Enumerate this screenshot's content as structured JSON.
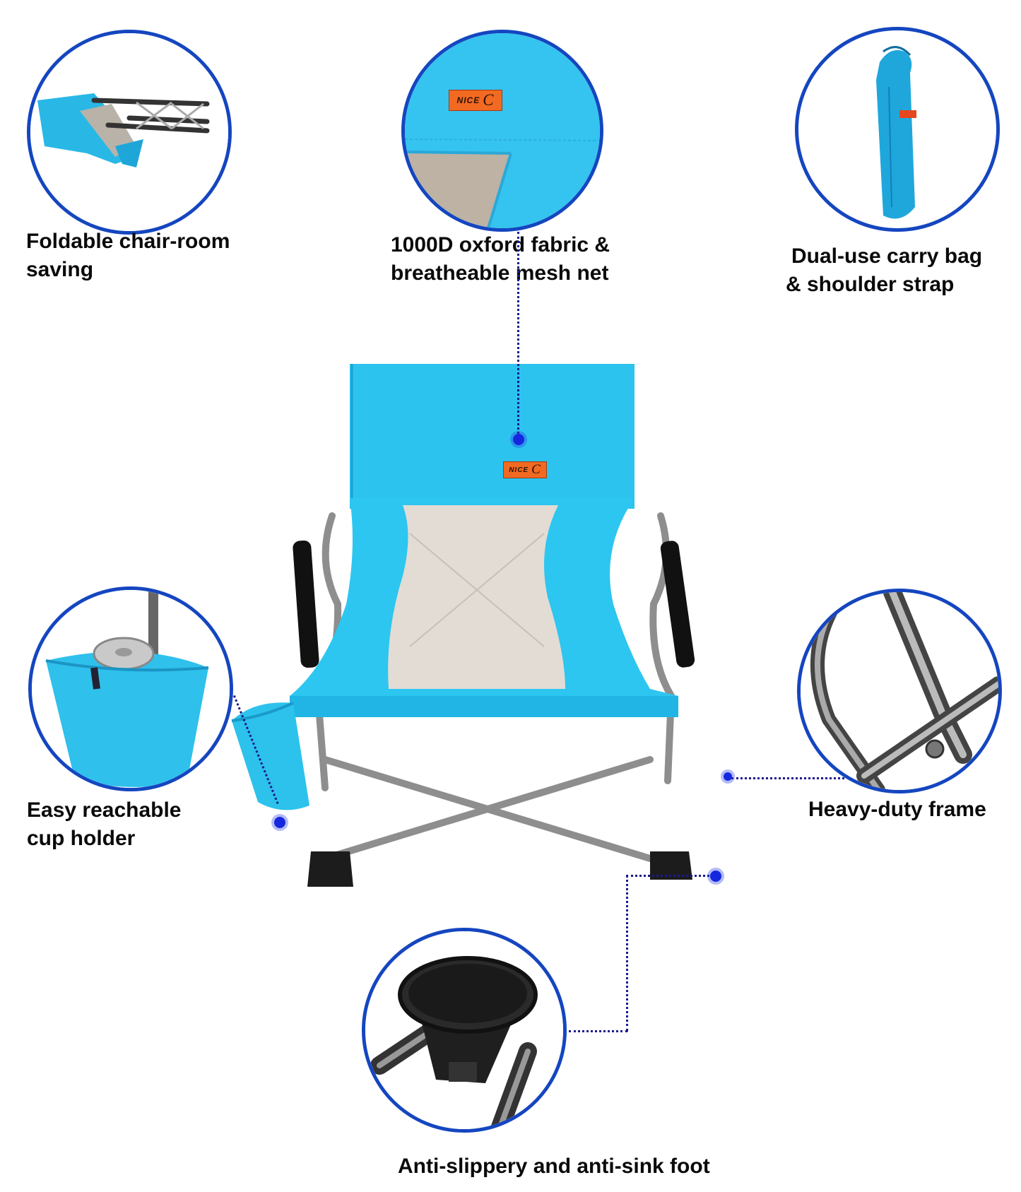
{
  "colors": {
    "circle_border": "#1546c0",
    "fabric_blue": "#2cc4ee",
    "mesh": "#d9d3cc",
    "frame": "#8b8b8b",
    "logo_bg": "#f26a21",
    "leader_line": "#1a1a8f",
    "marker_dot": "#1528e0"
  },
  "brand": {
    "logo_text": "NICE",
    "logo_letter": "C"
  },
  "features": [
    {
      "id": "foldable",
      "icon": "folded-chair-icon",
      "line1": "Foldable chair-room",
      "line2": "saving"
    },
    {
      "id": "fabric",
      "icon": "fabric-closeup-icon",
      "line1": "1000D oxford fabric &",
      "line2": "breatheable mesh net"
    },
    {
      "id": "carry-bag",
      "icon": "carry-bag-icon",
      "line1": "Dual-use carry bag",
      "line2": "& shoulder strap"
    },
    {
      "id": "cup-holder",
      "icon": "cup-holder-icon",
      "line1": "Easy reachable",
      "line2": "cup holder"
    },
    {
      "id": "frame",
      "icon": "frame-tube-icon",
      "line1": "Heavy-duty frame",
      "line2": ""
    },
    {
      "id": "foot",
      "icon": "chair-foot-icon",
      "line1": "Anti-slippery and anti-sink foot",
      "line2": ""
    }
  ]
}
